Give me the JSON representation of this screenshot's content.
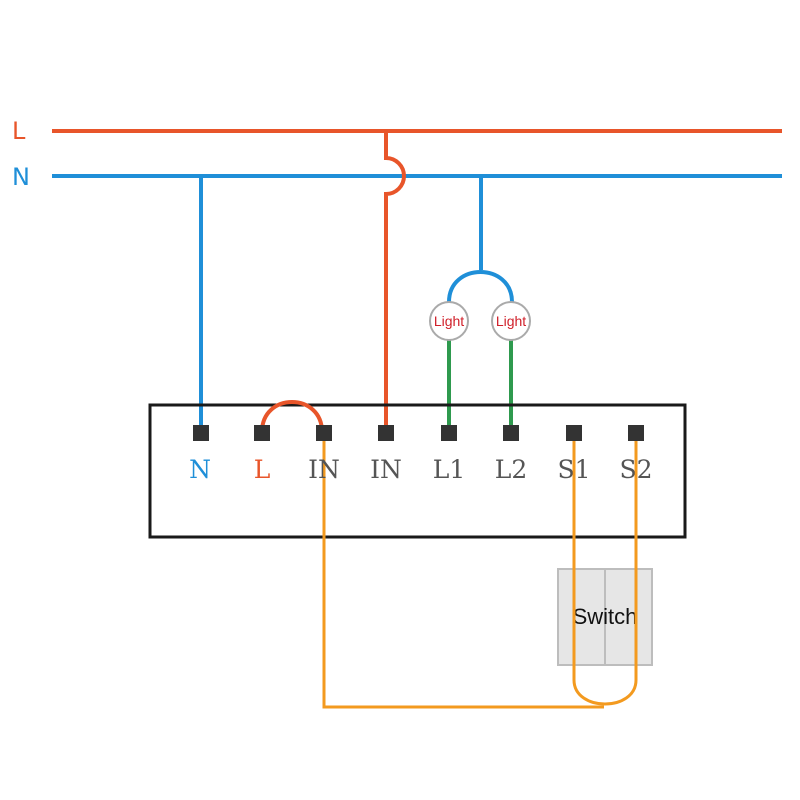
{
  "colors": {
    "live": "#e8552a",
    "neutral": "#1f8fd8",
    "load": "#2e9a4e",
    "switch_wire": "#f39a1f",
    "terminal": "#333333",
    "box": "#1a1a1a",
    "label_gray": "#555555",
    "light_text": "#d0202a",
    "switch_fill": "#e6e6e6"
  },
  "rails": {
    "live_label": "L",
    "neutral_label": "N"
  },
  "terminals": [
    {
      "label": "N"
    },
    {
      "label": "L"
    },
    {
      "label": "IN"
    },
    {
      "label": "IN"
    },
    {
      "label": "L1"
    },
    {
      "label": "L2"
    },
    {
      "label": "S1"
    },
    {
      "label": "S2"
    }
  ],
  "lights": [
    {
      "label": "Light"
    },
    {
      "label": "Light"
    }
  ],
  "switch": {
    "label": "Switch"
  }
}
